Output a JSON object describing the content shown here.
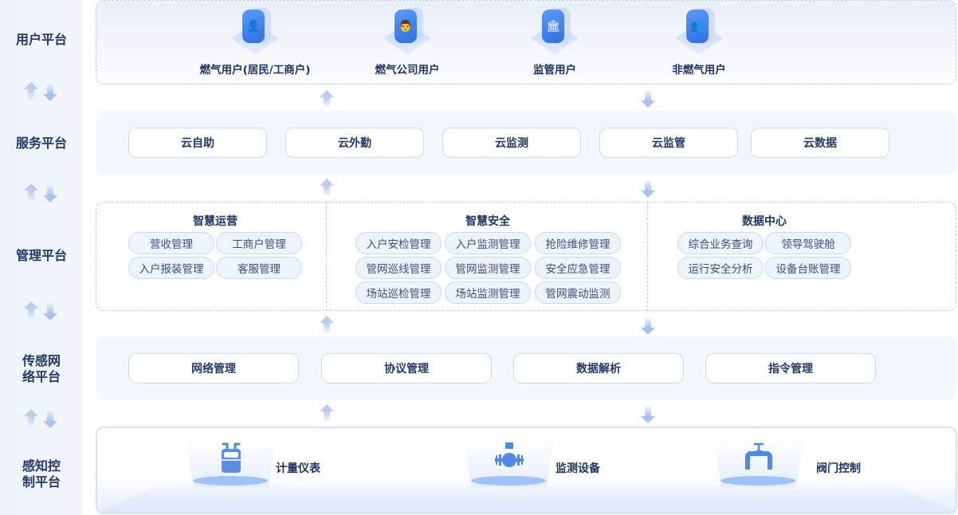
{
  "layers": [
    {
      "id": "user",
      "label": "用户平台"
    },
    {
      "id": "service",
      "label": "服务平台"
    },
    {
      "id": "management",
      "label": "管理平台"
    },
    {
      "id": "sensor_network",
      "label_lines": [
        "传感网",
        "络平台"
      ]
    },
    {
      "id": "perception",
      "label_lines": [
        "感知控",
        "制平台"
      ]
    }
  ],
  "user_platform": {
    "items": [
      {
        "label": "燃气用户(居民/工商户)",
        "icon": "resident-user-icon",
        "glyph": "👤"
      },
      {
        "label": "燃气公司用户",
        "icon": "company-user-icon",
        "glyph": "👨"
      },
      {
        "label": "监管用户",
        "icon": "government-building-icon",
        "glyph": "🏛"
      },
      {
        "label": "非燃气用户",
        "icon": "people-group-icon",
        "glyph": "👥"
      }
    ]
  },
  "service_platform": {
    "items": [
      "云自助",
      "云外勤",
      "云监测",
      "云监管",
      "云数据"
    ]
  },
  "management_platform": {
    "groups": [
      {
        "title": "智慧运营",
        "items": [
          "营收管理",
          "工商户管理",
          "入户报装管理",
          "客服管理"
        ]
      },
      {
        "title": "智慧安全",
        "items": [
          "入户安检管理",
          "入户监测管理",
          "抢险维修管理",
          "管网巡线管理",
          "管网监测管理",
          "安全应急管理",
          "场站巡检管理",
          "场站监测管理",
          "管网震动监测"
        ]
      },
      {
        "title": "数据中心",
        "items": [
          "综合业务查询",
          "领导驾驶舱",
          "运行安全分析",
          "设备台账管理"
        ]
      }
    ]
  },
  "sensor_network_platform": {
    "items": [
      "网络管理",
      "协议管理",
      "数据解析",
      "指令管理"
    ]
  },
  "perception_platform": {
    "items": [
      {
        "label": "计量仪表",
        "icon": "gas-meter-icon"
      },
      {
        "label": "监测设备",
        "icon": "pipeline-sensor-icon"
      },
      {
        "label": "阀门控制",
        "icon": "valve-icon"
      }
    ]
  },
  "colors": {
    "primary_text": "#1f3463",
    "accent_blue": "#2f6fe3",
    "panel_bg": "#f3f7fe",
    "border": "#c7dcf5",
    "pill_bg": "#eef4fd"
  }
}
